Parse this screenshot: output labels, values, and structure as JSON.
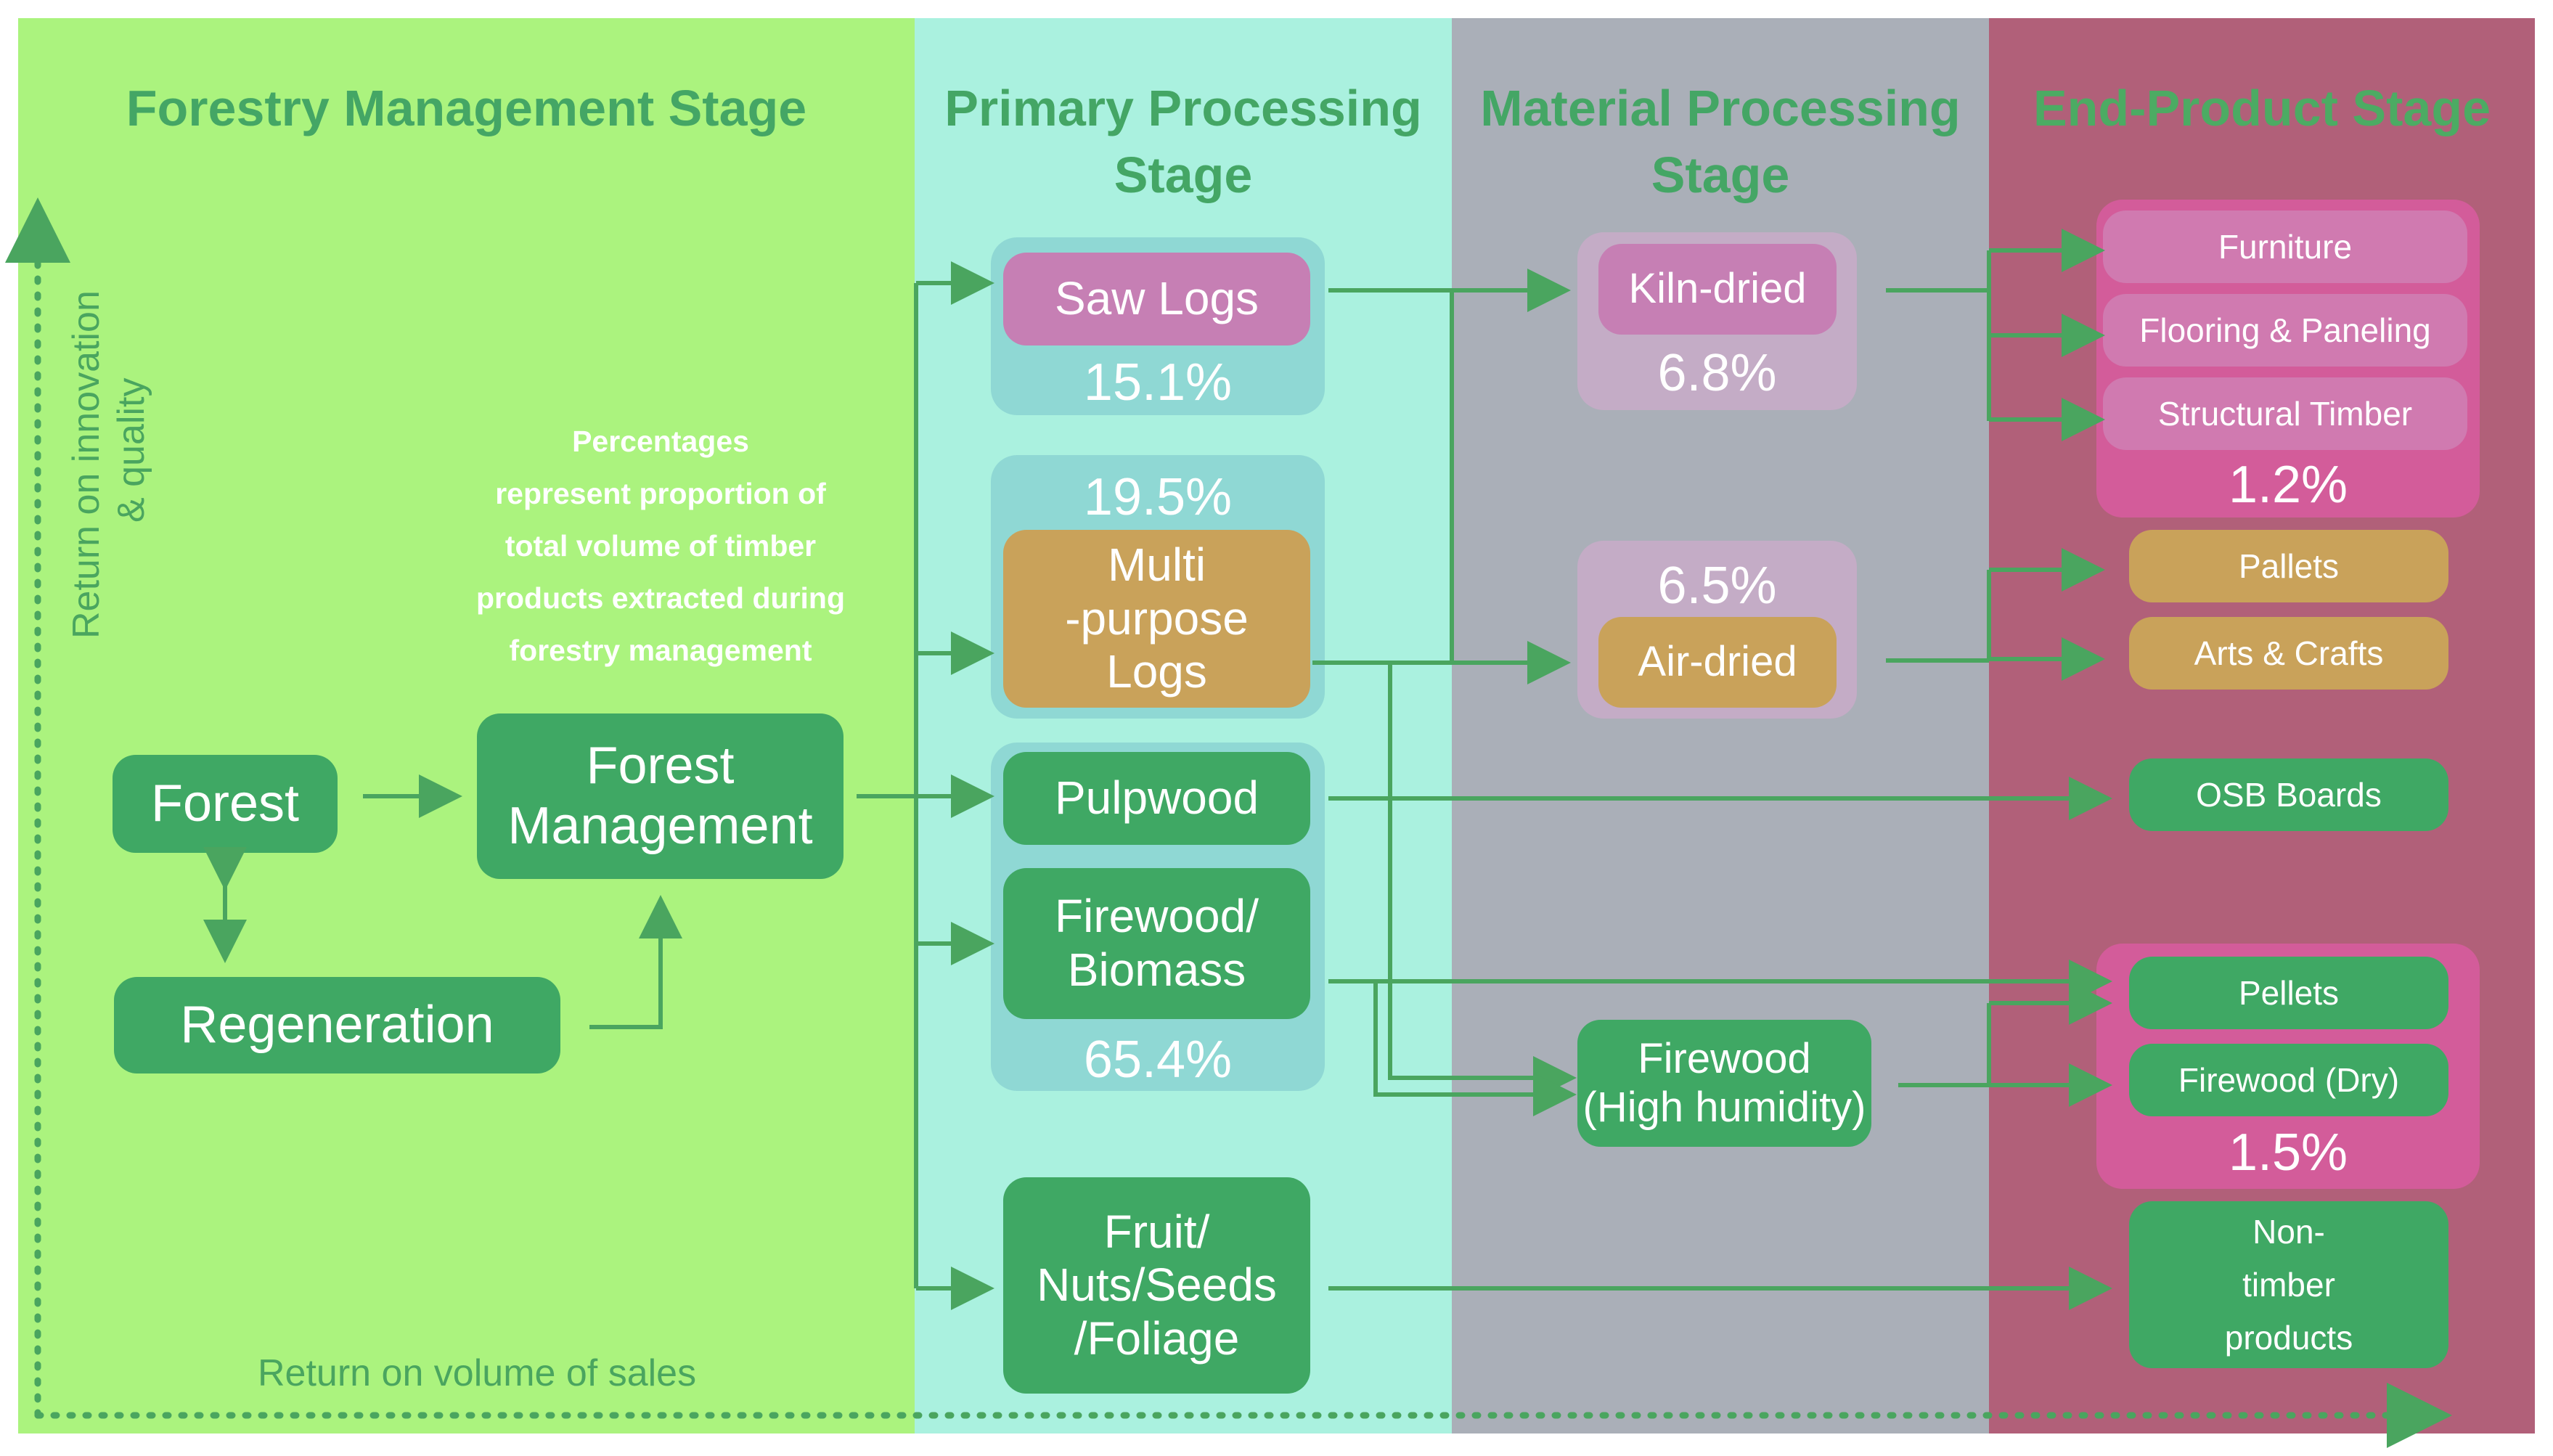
{
  "stages": {
    "forestry": "Forestry Management Stage",
    "primary_line1": "Primary Processing",
    "primary_line2": "Stage",
    "material_line1": "Material Processing",
    "material_line2": "Stage",
    "end": "End-Product Stage"
  },
  "axes": {
    "y_line1": "Return on innovation",
    "y_line2": "& quality",
    "x": "Return on volume of sales"
  },
  "note": {
    "l1": "Percentages",
    "l2": "represent proportion of",
    "l3": "total volume of timber",
    "l4": "products extracted during",
    "l5": "forestry management"
  },
  "forestry_nodes": {
    "forest": "Forest",
    "management_l1": "Forest",
    "management_l2": "Management",
    "regeneration": "Regeneration"
  },
  "primary": {
    "saw_logs": "Saw Logs",
    "saw_logs_pct": "15.1%",
    "multi_pct": "19.5%",
    "multi_l1": "Multi",
    "multi_l2": "-purpose",
    "multi_l3": "Logs",
    "pulpwood": "Pulpwood",
    "firewood_l1": "Firewood/",
    "firewood_l2": "Biomass",
    "pulp_fire_pct": "65.4%",
    "fruit_l1": "Fruit/",
    "fruit_l2": "Nuts/Seeds",
    "fruit_l3": "/Foliage"
  },
  "material": {
    "kiln": "Kiln-dried",
    "kiln_pct": "6.8%",
    "air_pct": "6.5%",
    "air": "Air-dried",
    "firewood_l1": "Firewood",
    "firewood_l2": "(High humidity)"
  },
  "end": {
    "furniture": "Furniture",
    "flooring": "Flooring & Paneling",
    "structural": "Structural Timber",
    "group1_pct": "1.2%",
    "pallets": "Pallets",
    "arts": "Arts & Crafts",
    "osb": "OSB Boards",
    "pellets": "Pellets",
    "firewood_dry": "Firewood (Dry)",
    "group2_pct": "1.5%",
    "nontimber_l1": "Non-",
    "nontimber_l2": "timber",
    "nontimber_l3": "products"
  },
  "colors": {
    "forestry_bg": "#abf37e",
    "primary_bg": "#aaf1df",
    "material_bg": "#aaafb8",
    "end_bg": "#b16079",
    "node_green": "#3fa864",
    "node_pink": "#c67fb4",
    "node_tan": "#c9a25a",
    "title_green": "#44a665",
    "arrow_green": "#4aa55f"
  }
}
